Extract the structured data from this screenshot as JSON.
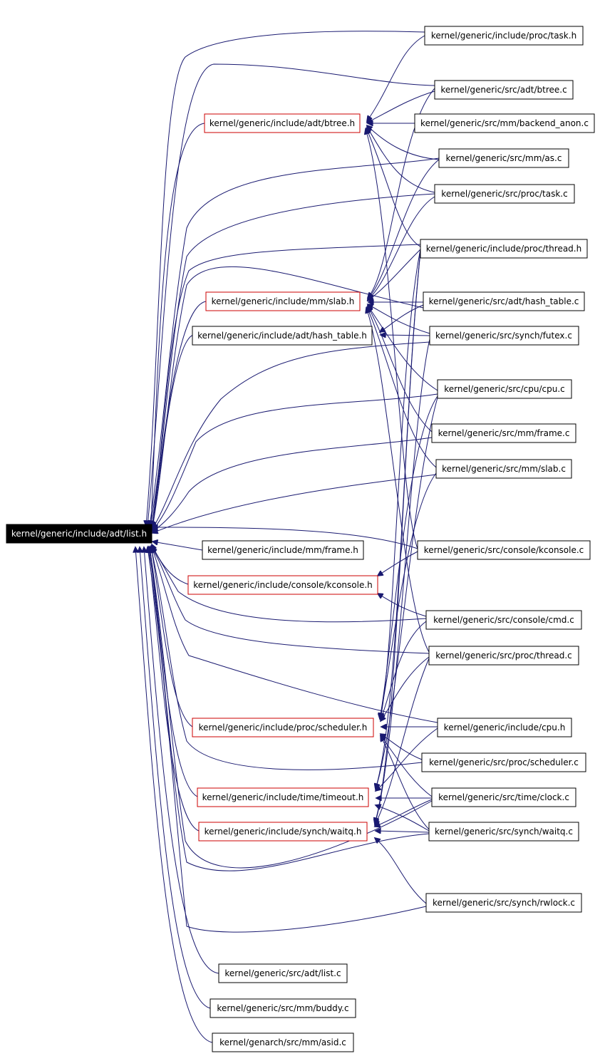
{
  "colors": {
    "edge": "#191970",
    "root_fill": "#000000",
    "red_border": "#cc0000",
    "normal_border": "#000000"
  },
  "nodes": {
    "list_h": {
      "label": "kernel/generic/include/adt/list.h",
      "style": "root"
    },
    "btree_h": {
      "label": "kernel/generic/include/adt/btree.h",
      "style": "red"
    },
    "slab_h": {
      "label": "kernel/generic/include/mm/slab.h",
      "style": "red"
    },
    "hash_table_h": {
      "label": "kernel/generic/include/adt/hash_table.h",
      "style": "normal"
    },
    "frame_h": {
      "label": "kernel/generic/include/mm/frame.h",
      "style": "normal"
    },
    "kconsole_h": {
      "label": "kernel/generic/include/console/kconsole.h",
      "style": "red"
    },
    "scheduler_h": {
      "label": "kernel/generic/include/proc/scheduler.h",
      "style": "red"
    },
    "timeout_h": {
      "label": "kernel/generic/include/time/timeout.h",
      "style": "red"
    },
    "waitq_h": {
      "label": "kernel/generic/include/synch/waitq.h",
      "style": "red"
    },
    "list_c": {
      "label": "kernel/generic/src/adt/list.c",
      "style": "normal"
    },
    "buddy_c": {
      "label": "kernel/generic/src/mm/buddy.c",
      "style": "normal"
    },
    "asid_c": {
      "label": "kernel/genarch/src/mm/asid.c",
      "style": "normal"
    },
    "task_h": {
      "label": "kernel/generic/include/proc/task.h",
      "style": "normal"
    },
    "btree_c": {
      "label": "kernel/generic/src/adt/btree.c",
      "style": "normal"
    },
    "backend_anon_c": {
      "label": "kernel/generic/src/mm/backend_anon.c",
      "style": "normal"
    },
    "as_c": {
      "label": "kernel/generic/src/mm/as.c",
      "style": "normal"
    },
    "task_c": {
      "label": "kernel/generic/src/proc/task.c",
      "style": "normal"
    },
    "thread_h": {
      "label": "kernel/generic/include/proc/thread.h",
      "style": "normal"
    },
    "hash_table_c": {
      "label": "kernel/generic/src/adt/hash_table.c",
      "style": "normal"
    },
    "futex_c": {
      "label": "kernel/generic/src/synch/futex.c",
      "style": "normal"
    },
    "cpu_c": {
      "label": "kernel/generic/src/cpu/cpu.c",
      "style": "normal"
    },
    "frame_c": {
      "label": "kernel/generic/src/mm/frame.c",
      "style": "normal"
    },
    "slab_c": {
      "label": "kernel/generic/src/mm/slab.c",
      "style": "normal"
    },
    "kconsole_c": {
      "label": "kernel/generic/src/console/kconsole.c",
      "style": "normal"
    },
    "cmd_c": {
      "label": "kernel/generic/src/console/cmd.c",
      "style": "normal"
    },
    "thread_c": {
      "label": "kernel/generic/src/proc/thread.c",
      "style": "normal"
    },
    "cpu_h": {
      "label": "kernel/generic/include/cpu.h",
      "style": "normal"
    },
    "scheduler_c": {
      "label": "kernel/generic/src/proc/scheduler.c",
      "style": "normal"
    },
    "clock_c": {
      "label": "kernel/generic/src/time/clock.c",
      "style": "normal"
    },
    "waitq_c": {
      "label": "kernel/generic/src/synch/waitq.c",
      "style": "normal"
    },
    "rwlock_c": {
      "label": "kernel/generic/src/synch/rwlock.c",
      "style": "normal"
    }
  }
}
